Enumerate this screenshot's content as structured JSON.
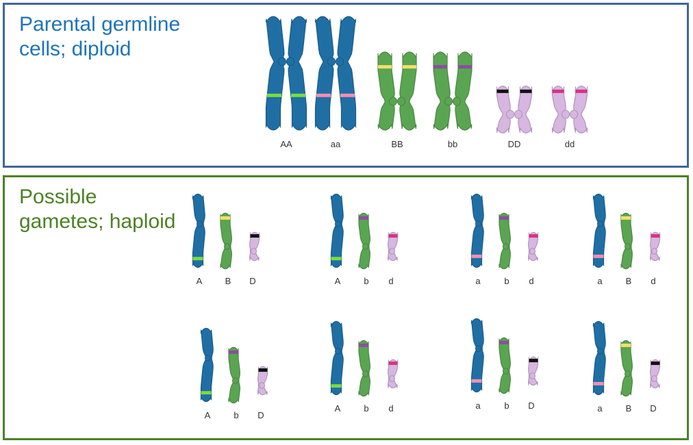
{
  "titles": {
    "parental": "Parental germline\ncells; diploid",
    "gametes": "Possible\ngametes; haploid"
  },
  "colors": {
    "chrom_a": "#1f6fa5",
    "chrom_b": "#5aa552",
    "chrom_d": "#d7b6e1",
    "allele_A": "#7bdc3c",
    "allele_a": "#f48fb1",
    "allele_B": "#f6df6a",
    "allele_b": "#8a4f9e",
    "allele_D": "#111111",
    "allele_d": "#d63384",
    "frame_top": "#3f6797",
    "frame_bottom": "#4b8224"
  },
  "parental_pairs": [
    {
      "label": "AA",
      "chromosome": "a",
      "allele": "A"
    },
    {
      "label": "aa",
      "chromosome": "a",
      "allele": "a"
    },
    {
      "label": "BB",
      "chromosome": "b",
      "allele": "B"
    },
    {
      "label": "bb",
      "chromosome": "b",
      "allele": "b"
    },
    {
      "label": "DD",
      "chromosome": "d",
      "allele": "D"
    },
    {
      "label": "dd",
      "chromosome": "d",
      "allele": "d"
    }
  ],
  "gametes": [
    [
      "A",
      "B",
      "D"
    ],
    [
      "A",
      "b",
      "d"
    ],
    [
      "a",
      "b",
      "d"
    ],
    [
      "a",
      "B",
      "d"
    ],
    [
      "A",
      "b",
      "D"
    ],
    [
      "A",
      "b",
      "d"
    ],
    [
      "a",
      "b",
      "D"
    ],
    [
      "a",
      "B",
      "D"
    ]
  ]
}
